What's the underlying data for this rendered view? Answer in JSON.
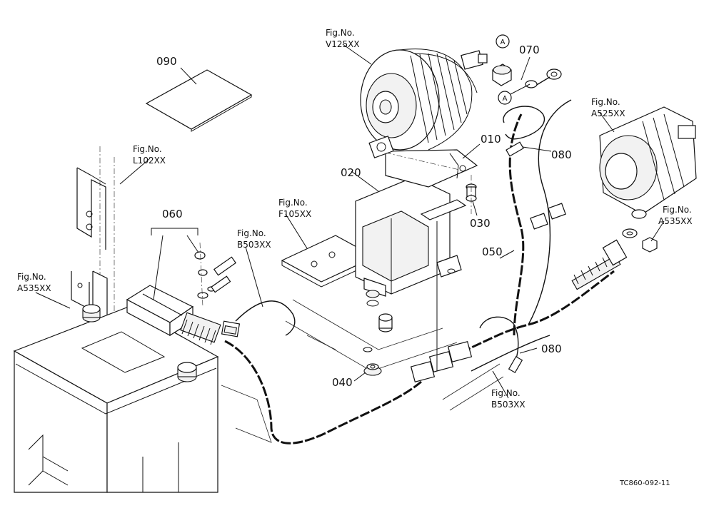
{
  "parts": {
    "p090": "090",
    "p070": "070",
    "p010": "010",
    "p020": "020",
    "p030": "030",
    "p080a": "080",
    "p080b": "080",
    "p060": "060",
    "p050": "050",
    "p040": "040"
  },
  "callouts": {
    "a_upper": "A",
    "a_lower": "A"
  },
  "figrefs": [
    {
      "label": "Fig.No.",
      "code": "V125XX"
    },
    {
      "label": "Fig.No.",
      "code": "L102XX"
    },
    {
      "label": "Fig.No.",
      "code": "F105XX"
    },
    {
      "label": "Fig.No.",
      "code": "B503XX"
    },
    {
      "label": "Fig.No.",
      "code": "A535XX"
    },
    {
      "label": "Fig.No.",
      "code": "A525XX"
    },
    {
      "label": "Fig.No.",
      "code": "A535XX"
    },
    {
      "label": "Fig.No.",
      "code": "B503XX"
    }
  ],
  "drawing_code": "TC860-092-11"
}
